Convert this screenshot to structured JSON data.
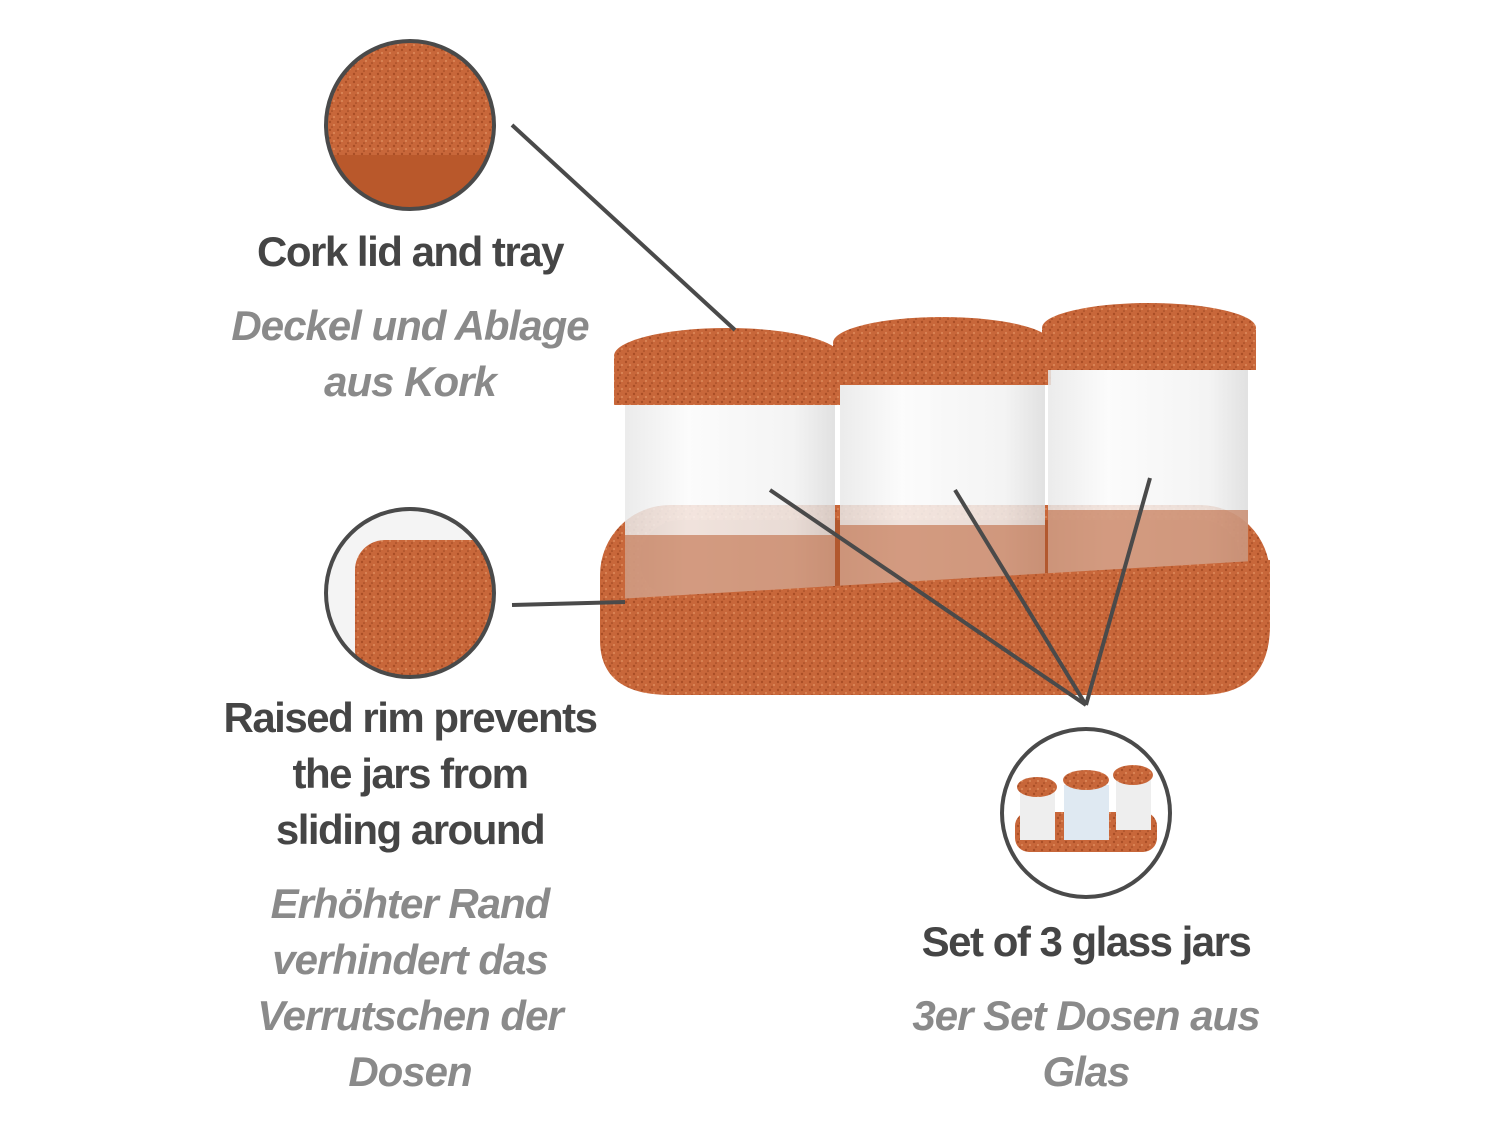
{
  "colors": {
    "cork": "#c8673a",
    "line": "#4a4a4a",
    "text_en": "#454545",
    "text_de": "#8a8a8a"
  },
  "callouts": {
    "lid": {
      "en": [
        "Cork lid and tray"
      ],
      "de": [
        "Deckel und Ablage",
        "aus Kork"
      ]
    },
    "rim": {
      "en": [
        "Raised rim prevents",
        "the jars from",
        "sliding around"
      ],
      "de": [
        "Erhöhter Rand",
        "verhindert das",
        "Verrutschen der",
        "Dosen"
      ]
    },
    "set": {
      "en": [
        "Set of 3 glass jars"
      ],
      "de": [
        "3er Set Dosen aus",
        "Glas"
      ]
    }
  }
}
